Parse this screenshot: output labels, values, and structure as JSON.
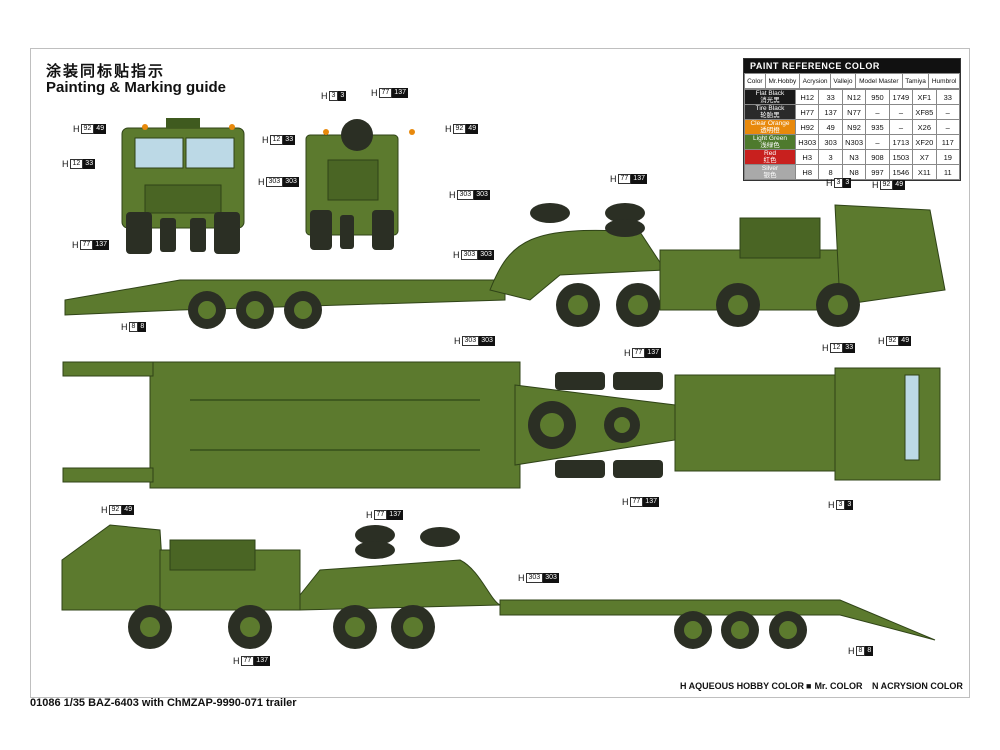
{
  "title_cn": "涂装同标贴指示",
  "title_en": "Painting & Marking guide",
  "footer": "01086 1/35 BAZ-6403 with ChMZAP-9990-071 trailer",
  "legend": {
    "aqueous": "H AQUEOUS HOBBY COLOR",
    "mr": "Mr. COLOR",
    "acrysion": "N ACRYSION COLOR"
  },
  "paint_table": {
    "heading": "PAINT  REFERENCE COLOR",
    "columns": [
      "Color",
      "Mr.Hobby",
      "Acrysion",
      "Vallejo",
      "Model Master",
      "Tamiya",
      "Humbrol"
    ],
    "rows": [
      {
        "name": "Flat Black",
        "name_cn": "消光黑",
        "h": "12",
        "c": "33",
        "n": "12",
        "vallejo": "950",
        "mm": "1749",
        "tamiya": "XF1",
        "humbrol": "33"
      },
      {
        "name": "Tire Black",
        "name_cn": "轮胎黑",
        "h": "77",
        "c": "137",
        "n": "77",
        "vallejo": "–",
        "mm": "–",
        "tamiya": "XF85",
        "humbrol": "–"
      },
      {
        "name": "Clear Orange",
        "name_cn": "透明橙",
        "h": "92",
        "c": "49",
        "n": "92",
        "vallejo": "935",
        "mm": "–",
        "tamiya": "X26",
        "humbrol": "–"
      },
      {
        "name": "Light Green",
        "name_cn": "浅绿色",
        "h": "303",
        "c": "303",
        "n": "303",
        "vallejo": "–",
        "mm": "1713",
        "tamiya": "XF20",
        "humbrol": "117"
      },
      {
        "name": "Red",
        "name_cn": "红色",
        "h": "3",
        "c": "3",
        "n": "3",
        "vallejo": "908",
        "mm": "1503",
        "tamiya": "X7",
        "humbrol": "19"
      },
      {
        "name": "Silver",
        "name_cn": "银色",
        "h": "8",
        "c": "8",
        "n": "8",
        "vallejo": "997",
        "mm": "1546",
        "tamiya": "X11",
        "humbrol": "11"
      }
    ]
  },
  "callouts": [
    {
      "h": "92",
      "c": "49"
    },
    {
      "h": "12",
      "c": "33"
    },
    {
      "h": "77",
      "c": "137"
    },
    {
      "h": "3",
      "c": "3"
    },
    {
      "h": "77",
      "c": "137"
    },
    {
      "h": "12",
      "c": "33"
    },
    {
      "h": "92",
      "c": "49"
    },
    {
      "h": "303",
      "c": "303"
    },
    {
      "h": "303",
      "c": "303"
    },
    {
      "h": "77",
      "c": "137"
    },
    {
      "h": "3",
      "c": "3"
    },
    {
      "h": "92",
      "c": "49"
    },
    {
      "h": "303",
      "c": "303"
    },
    {
      "h": "8",
      "c": "8"
    },
    {
      "h": "303",
      "c": "303"
    },
    {
      "h": "77",
      "c": "137"
    },
    {
      "h": "12",
      "c": "33"
    },
    {
      "h": "92",
      "c": "49"
    },
    {
      "h": "77",
      "c": "137"
    },
    {
      "h": "3",
      "c": "3"
    },
    {
      "h": "92",
      "c": "49"
    },
    {
      "h": "77",
      "c": "137"
    },
    {
      "h": "303",
      "c": "303"
    },
    {
      "h": "77",
      "c": "137"
    },
    {
      "h": "8",
      "c": "8"
    }
  ],
  "colors": {
    "olive": "#5c7a2e",
    "olive_dark": "#3f5a1f",
    "tire": "#2b2f24",
    "frame": "#bfbfbf"
  }
}
